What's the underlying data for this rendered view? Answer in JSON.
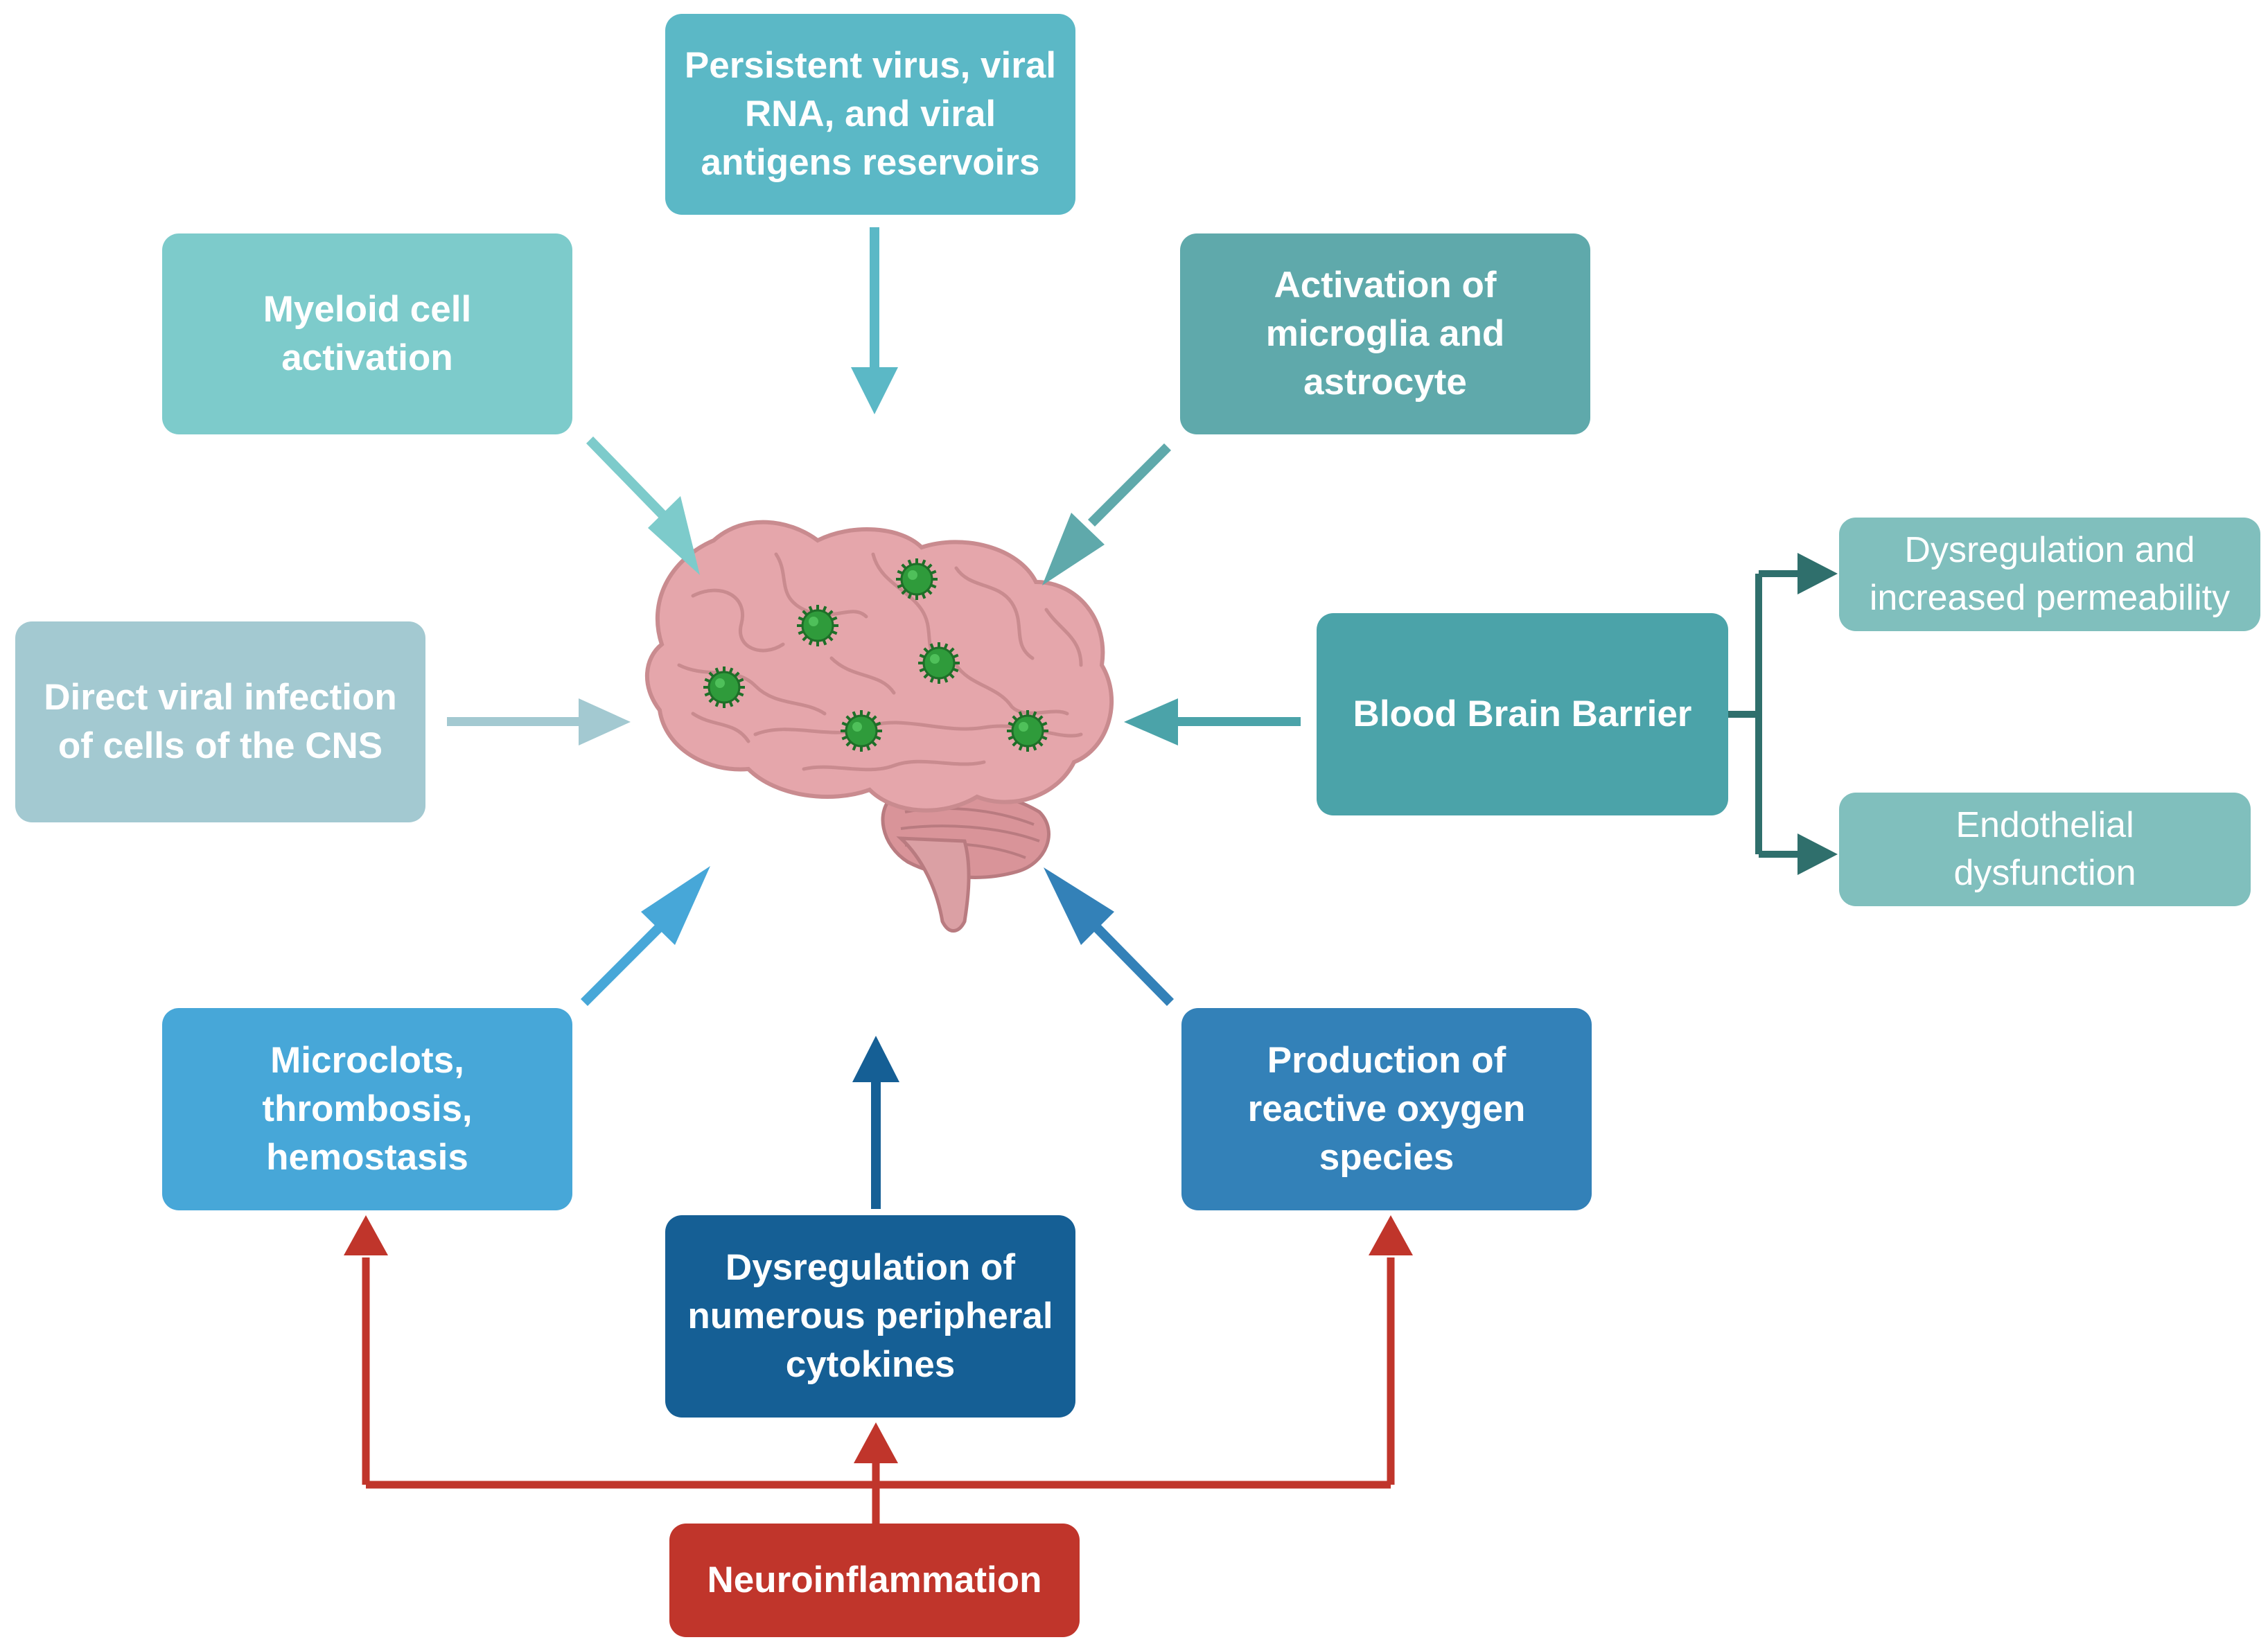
{
  "colors": {
    "persistent": "#5bb8c6",
    "myeloid": "#7dcbcb",
    "microglia": "#5fa9ab",
    "direct": "#a3c9d1",
    "bbb": "#4ba3a9",
    "bbb_outputs": "#80bfbd",
    "bbb_connector": "#2f6f6c",
    "microclots": "#47a7d8",
    "ros": "#3381b8",
    "cytokines": "#155f95",
    "neuroinflammation": "#c0352b",
    "brain": "#e5a6ab",
    "brain_outline": "#c98b8f",
    "virus": "#2f9b3b"
  },
  "nodes": {
    "persistent": "Persistent virus, viral RNA, and viral antigens reservoirs",
    "myeloid": "Myeloid cell activation",
    "microglia": "Activation of microglia and astrocyte",
    "direct": "Direct viral infection of cells of the CNS",
    "bbb": "Blood Brain Barrier",
    "bbb_permeability": "Dysregulation and increased permeability",
    "bbb_endothelial": "Endothelial dysfunction",
    "microclots": "Microclots, thrombosis, hemostasis",
    "ros": "Production of reactive oxygen species",
    "cytokines": "Dysregulation of numerous peripheral cytokines",
    "neuroinflammation": "Neuroinflammation"
  },
  "line_breaks": {
    "persistent": [
      "Persistent virus, viral",
      "RNA, and viral",
      "antigens reservoirs"
    ],
    "myeloid": [
      "Myeloid cell",
      "activation"
    ],
    "microglia": [
      "Activation of",
      "microglia and",
      "astrocyte"
    ],
    "direct": [
      "Direct viral infection",
      "of cells of the CNS"
    ],
    "bbb": [
      "Blood Brain Barrier"
    ],
    "bbb_permeability": [
      "Dysregulation and",
      "increased permeability"
    ],
    "bbb_endothelial": [
      "Endothelial",
      "dysfunction"
    ],
    "microclots": [
      "Microclots,",
      "thrombosis,",
      "hemostasis"
    ],
    "ros": [
      "Production of",
      "reactive oxygen",
      "species"
    ],
    "cytokines": [
      "Dysregulation of",
      "numerous peripheral",
      "cytokines"
    ],
    "neuroinflammation": [
      "Neuroinflammation"
    ]
  },
  "center_icon": "brain-with-virus-particles-icon"
}
